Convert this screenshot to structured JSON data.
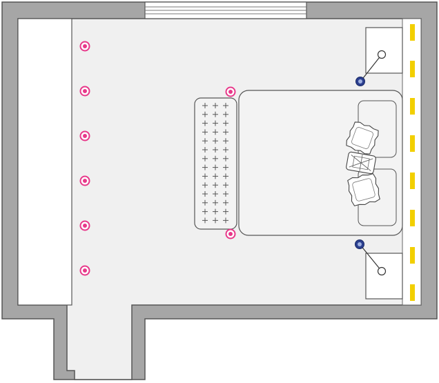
{
  "plan": {
    "colors": {
      "wall": "#a6a6a6",
      "wall_outline": "#555555",
      "floor": "#f0f0f0",
      "wardrobe": "#ffffff",
      "furniture": "#f3f3f3",
      "line": "#666666",
      "pink_light": "#e8388a",
      "blue_switch": "#2b3f8f",
      "yellow_strip": "#f2cf00"
    },
    "pink_spotlight_count": 8,
    "blue_switch_count": 2,
    "yellow_strip_segment_count": 8,
    "pillow_count": 4
  }
}
